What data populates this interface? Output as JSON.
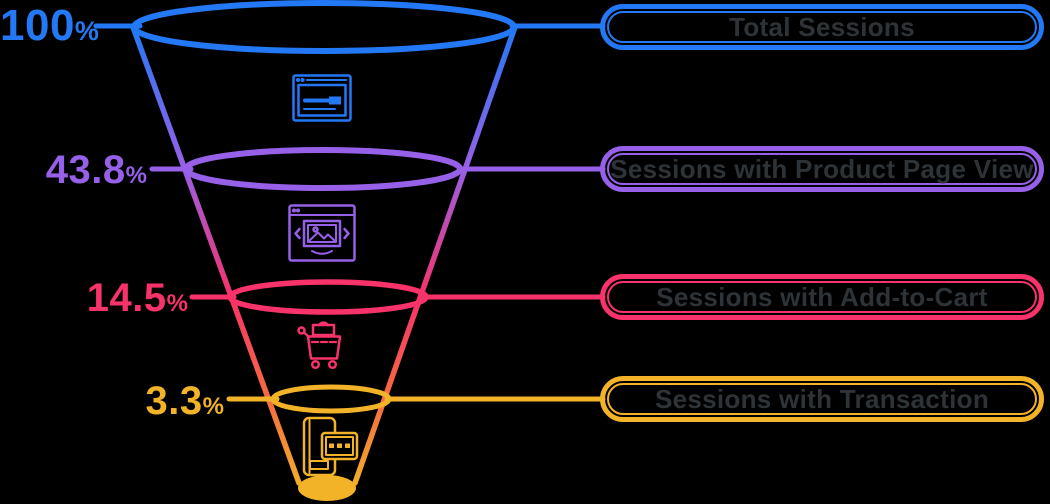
{
  "background_color": "#000000",
  "percent_suffix": "%",
  "label_text_color": "#2E3338",
  "chart_data": {
    "type": "funnel",
    "title": "",
    "legend": "none",
    "stages": [
      {
        "label": "Total Sessions",
        "percent": "100",
        "value_pct": 100,
        "color": "#2379F5",
        "icon": "browser-window-icon"
      },
      {
        "label": "Sessions with Product Page View",
        "percent": "43.8",
        "value_pct": 43.8,
        "color": "#9760E8",
        "icon": "product-page-carousel-icon"
      },
      {
        "label": "Sessions with Add-to-Cart",
        "percent": "14.5",
        "value_pct": 14.5,
        "color": "#F8326A",
        "icon": "shopping-cart-icon"
      },
      {
        "label": "Sessions with Transaction",
        "percent": "3.3",
        "value_pct": 3.3,
        "color": "#F2B328",
        "icon": "mobile-payment-icon"
      }
    ]
  }
}
